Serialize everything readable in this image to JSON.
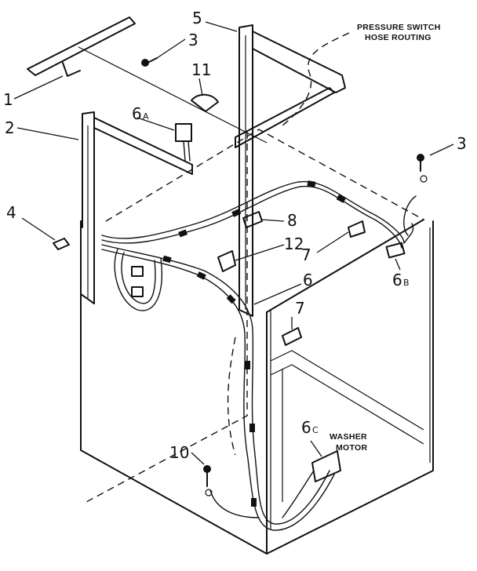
{
  "callouts": {
    "c1": "1",
    "c2": "2",
    "c3a": "3",
    "c3b": "3",
    "c4": "4",
    "c5": "5",
    "c6": "6",
    "c6a": "6",
    "c6a_sub": "A",
    "c6b": "6",
    "c6b_sub": "B",
    "c6c": "6",
    "c6c_sub": "C",
    "c7a": "7",
    "c7b": "7",
    "c8": "8",
    "c10": "10",
    "c11": "11",
    "c12": "12"
  },
  "notes": {
    "pressure_line1": "PRESSURE SWITCH",
    "pressure_line2": "HOSE ROUTING",
    "motor_line1": "WASHER",
    "motor_line2": "MOTOR"
  },
  "colors": {
    "ink": "#111111",
    "paper": "#ffffff"
  }
}
